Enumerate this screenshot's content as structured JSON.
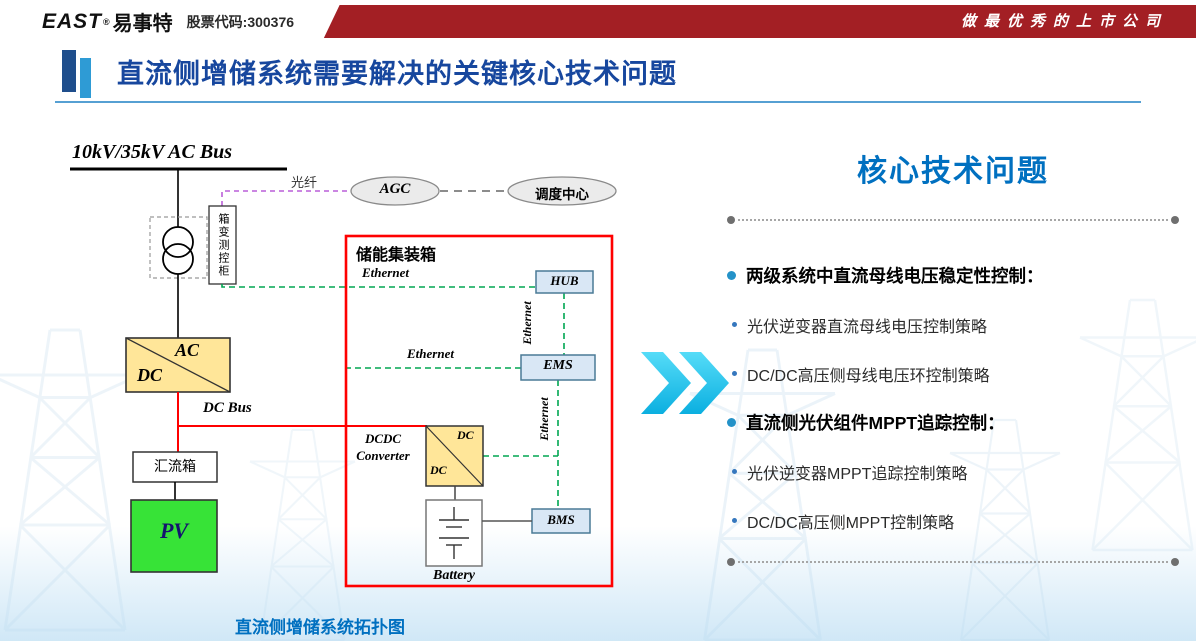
{
  "topbar": {
    "logo_east": "EAST",
    "logo_reg": "®",
    "logo_cn": "易事特",
    "stock_code": "股票代码:300376",
    "slogan": "做最优秀的上市公司"
  },
  "header": {
    "title": "直流侧增储系统需要解决的关键核心技术问题"
  },
  "diagram": {
    "ac_bus_label": "10kV/35kV AC Bus",
    "fiber_label": "光纤",
    "agc_label": "AGC",
    "dispatch_label": "调度中心",
    "cabinet_label": "箱变测控柜",
    "container_title": "储能集装箱",
    "ethernet_labels": [
      "Ethernet",
      "Ethernet",
      "Ethernet",
      "Ethernet"
    ],
    "hub_label": "HUB",
    "ems_label": "EMS",
    "bms_label": "BMS",
    "dcdc_line1": "DCDC",
    "dcdc_line2": "Converter",
    "dcdc_top": "DC",
    "dcdc_bottom": "DC",
    "acdc_top": "AC",
    "acdc_bottom": "DC",
    "dc_bus_label": "DC Bus",
    "combiner_label": "汇流箱",
    "pv_label": "PV",
    "battery_label": "Battery",
    "caption": "直流侧增储系统拓扑图"
  },
  "panel": {
    "title": "核心技术问题",
    "items": [
      {
        "style": "heading",
        "text": "两级系统中直流母线电压稳定性控制："
      },
      {
        "style": "sub",
        "text": "光伏逆变器直流母线电压控制策略"
      },
      {
        "style": "sub",
        "text": "DC/DC高压侧母线电压环控制策略"
      },
      {
        "style": "heading",
        "text": "直流侧光伏组件MPPT追踪控制："
      },
      {
        "style": "sub",
        "text": "光伏逆变器MPPT追踪控制策略"
      },
      {
        "style": "sub",
        "text": "DC/DC高压侧MPPT控制策略"
      }
    ]
  },
  "colors": {
    "top_bar_red": "#A31F24",
    "title_blue": "#17479E",
    "accent_blue": "#0070C0",
    "chevron_cyan": "#18C2EE",
    "pv_green": "#37E337",
    "converter_yellow": "#FFE699",
    "container_border_red": "#FF0000",
    "ethernet_green": "#00A651",
    "fiber_purple": "#BA5FD8",
    "node_fill_blue": "#D9E7F5"
  }
}
